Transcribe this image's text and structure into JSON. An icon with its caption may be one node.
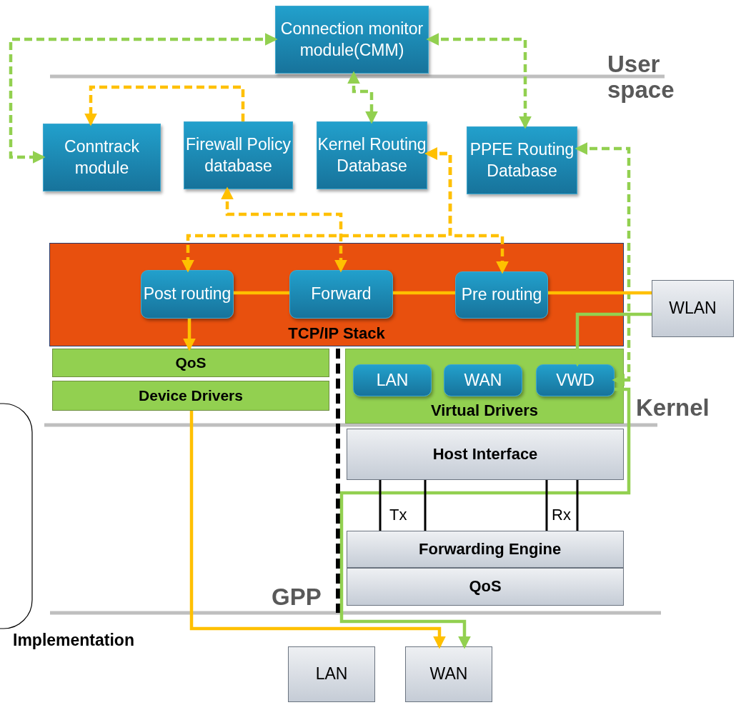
{
  "diagram": {
    "nodes": [
      {
        "text": [
          "Connection monitor module(CMM)"
        ]
      },
      {
        "text": [
          "Conntrack module"
        ]
      },
      {
        "text": [
          "Firewall Policy database"
        ]
      },
      {
        "text": [
          "Kernel Routing Database"
        ]
      },
      {
        "text": [
          "PPFE Routing Database"
        ]
      },
      {
        "text": [
          "TCP/IP Stack"
        ]
      },
      {
        "text": [
          "Post routing"
        ],
        "in": 5
      },
      {
        "text": [
          "Forward"
        ],
        "in": 5
      },
      {
        "text": [
          "Pre routing"
        ],
        "in": 5
      },
      {
        "text": [
          "WLAN"
        ]
      },
      {
        "text": [
          "QoS"
        ]
      },
      {
        "text": [
          "Device Drivers"
        ]
      },
      {
        "text": [
          "Virtual Drivers"
        ]
      },
      {
        "text": [
          "LAN"
        ],
        "in": 12
      },
      {
        "text": [
          "WAN"
        ],
        "in": 12
      },
      {
        "text": [
          "VWD"
        ],
        "in": 12
      },
      {
        "text": [
          "Host Interface"
        ]
      },
      {
        "text": [
          "Forwarding Engine"
        ]
      },
      {
        "text": [
          "QoS"
        ]
      },
      {
        "text": [
          "LAN"
        ]
      },
      {
        "text": [
          "WAN"
        ]
      }
    ],
    "edges": [
      {
        "from": 0,
        "to": 1,
        "arrow": "both",
        "style": "dashed",
        "color": "#92d050"
      },
      {
        "from": 0,
        "to": 4,
        "arrow": "both",
        "style": "dashed",
        "color": "#92d050"
      },
      {
        "from": 0,
        "to": 3,
        "arrow": "both",
        "style": "dashed",
        "color": "#92d050"
      },
      {
        "from": 2,
        "to": 1,
        "arrow": "to",
        "style": "dashed"
      },
      {
        "from": 2,
        "to": 7,
        "arrow": "both",
        "style": "dashed"
      },
      {
        "from": 3,
        "to": 6,
        "arrow": "both",
        "style": "dashed"
      },
      {
        "from": 3,
        "to": 8,
        "arrow": "both",
        "style": "dashed"
      },
      {
        "from": 4,
        "to": 15,
        "arrow": "both",
        "style": "dashed",
        "color": "#92d050"
      },
      {
        "from": 6,
        "to": 7,
        "arrow": "none"
      },
      {
        "from": 7,
        "to": 8,
        "arrow": "none"
      },
      {
        "from": 8,
        "to": 9,
        "arrow": "none"
      },
      {
        "from": 6,
        "to": 10,
        "arrow": "to"
      },
      {
        "from": 11,
        "to": 20,
        "arrow": "to"
      },
      {
        "from": 9,
        "to": 15,
        "arrow": "to",
        "color": "#92d050"
      },
      {
        "from": 15,
        "to": 20,
        "arrow": "to",
        "color": "#92d050"
      },
      {
        "from": 16,
        "to": 17,
        "arrow": "none",
        "label": "Tx",
        "color": "#000000"
      },
      {
        "from": 16,
        "to": 17,
        "arrow": "none",
        "label": "Rx",
        "color": "#000000"
      }
    ],
    "labels": [
      "User space",
      "Kernel",
      "GPP",
      "Implementation"
    ]
  }
}
